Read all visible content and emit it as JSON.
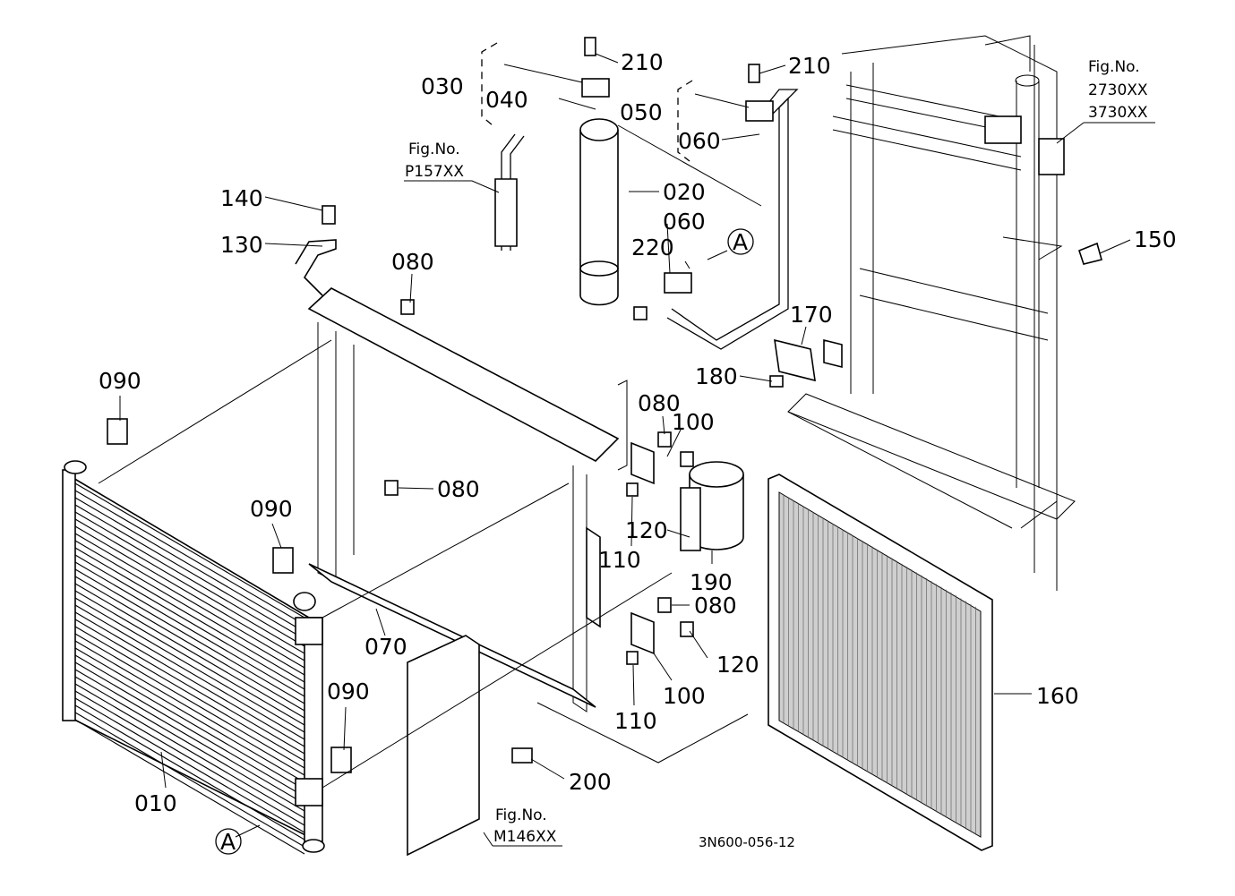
{
  "drawing_code": "3N600-056-12",
  "part_labels": {
    "p010": "010",
    "p020": "020",
    "p030": "030",
    "p040": "040",
    "p050": "050",
    "p060a": "060",
    "p060b": "060",
    "p070": "070",
    "p080a": "080",
    "p080b": "080",
    "p080c": "080",
    "p080d": "080",
    "p090a": "090",
    "p090b": "090",
    "p090c": "090",
    "p100a": "100",
    "p100b": "100",
    "p110a": "110",
    "p110b": "110",
    "p120a": "120",
    "p120b": "120",
    "p130": "130",
    "p140": "140",
    "p150": "150",
    "p160": "160",
    "p170": "170",
    "p180": "180",
    "p190": "190",
    "p200": "200",
    "p210a": "210",
    "p210b": "210",
    "p220": "220"
  },
  "callouts": {
    "ref_a_top": "A",
    "ref_a_bottom": "A"
  },
  "figure_refs": {
    "fig_label_1": "Fig.No.",
    "fig_code_1": "P157XX",
    "fig_label_2": "Fig.No.",
    "fig_code_2a": "2730XX",
    "fig_code_2b": "3730XX",
    "fig_label_3": "Fig.No.",
    "fig_code_3": "M146XX"
  }
}
